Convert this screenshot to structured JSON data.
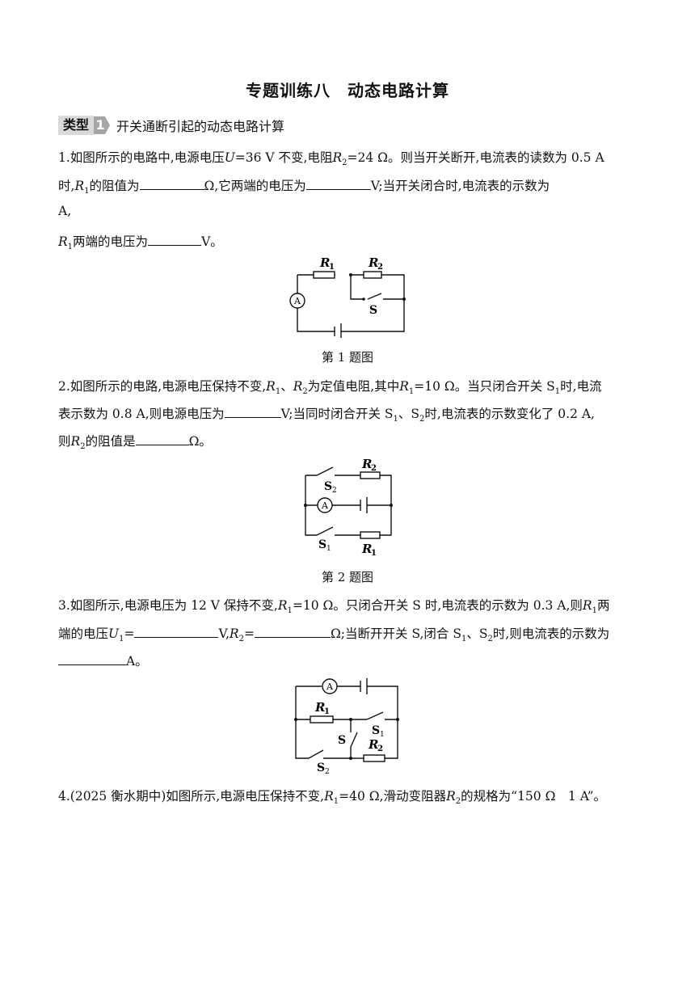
{
  "title": "专题训练八　动态电路计算",
  "section": {
    "tag": "类型",
    "number": "1",
    "title": "开关通断引起的动态电路计算"
  },
  "q1": {
    "l1a": "1.如图所示的电路中,电源电压",
    "l1b": "=36 V 不变,电阻",
    "l1c": "=24 Ω。则当开关断开,电流表的读数为 0.5 A",
    "l2a": "时,",
    "l2b": "的阻值为",
    "l2c": "Ω,它两端的电压为",
    "l2d": "V;当开关闭合时,电流表的示数为",
    "l3": "A,",
    "l4a": "两端的电压为",
    "l4b": "V。",
    "caption": "第 1 题图"
  },
  "q2": {
    "l1a": "2.如图所示的电路,电源电压保持不变,",
    "l1b": "为定值电阻,其中",
    "l1c": "=10 Ω。当只闭合开关 S",
    "l1d": "时,电流",
    "l2a": "表示数为 0.8 A,则电源电压为",
    "l2b": "V;当同时闭合开关 S",
    "l2c": "、S",
    "l2d": "时,电流表的示数变化了 0.2 A,",
    "l3a": "则",
    "l3b": "的阻值是",
    "l3c": "Ω。",
    "caption": "第 2 题图"
  },
  "q3": {
    "l1a": "3.如图所示,电源电压为 12 V 保持不变,",
    "l1b": "=10 Ω。只闭合开关 S 时,电流表的示数为 0.3 A,则",
    "l1c": "两",
    "l2a": "端的电压",
    "l2b": "=",
    "l2c": "V,",
    "l2d": "=",
    "l2e": "Ω;当断开开关 S,闭合 S",
    "l2f": "、S",
    "l2g": "时,则电流表的示数为",
    "l3": "A。"
  },
  "q4": {
    "text": "4.(2025 衡水期中)如图所示,电源电压保持不变,",
    "text2": "=40 Ω,滑动变阻器",
    "text3": "的规格为“150 Ω　1 A”。"
  },
  "symbols": {
    "U": "U",
    "R": "R",
    "sub1": "1",
    "sub2": "2",
    "sep": "、",
    "S": "S",
    "A": "A"
  }
}
